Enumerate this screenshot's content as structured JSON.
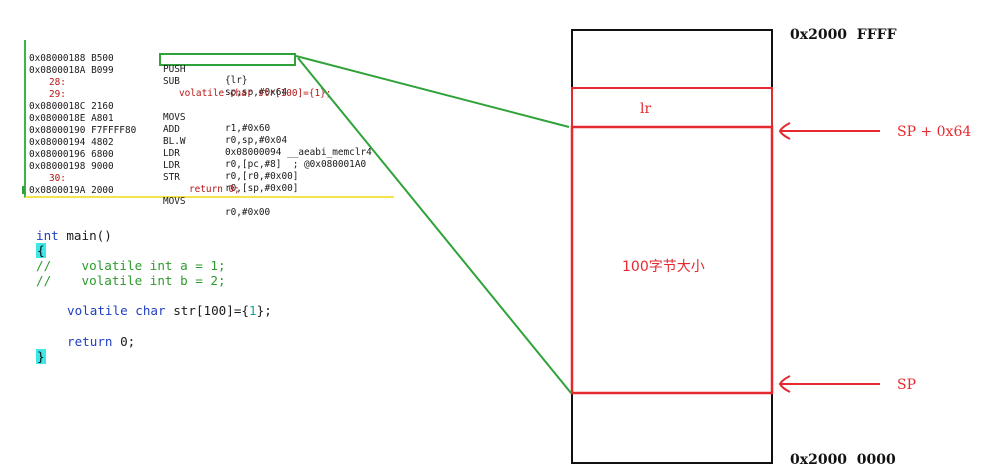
{
  "disassembly": [
    {
      "kind": "asm",
      "addr": "0x08000188 B500",
      "op": "PUSH",
      "args": "{lr}"
    },
    {
      "kind": "asm",
      "addr": "0x0800018A B099",
      "op": "SUB",
      "args": "sp,sp,#0x64"
    },
    {
      "kind": "src",
      "line": "28:",
      "stmt": "volatile char str[100]={1};"
    },
    {
      "kind": "src",
      "line": "29:",
      "stmt": ""
    },
    {
      "kind": "asm",
      "addr": "0x0800018C 2160",
      "op": "MOVS",
      "args": "r1,#0x60"
    },
    {
      "kind": "asm",
      "addr": "0x0800018E A801",
      "op": "ADD",
      "args": "r0,sp,#0x04"
    },
    {
      "kind": "asm",
      "addr": "0x08000190 F7FFFF80",
      "op": "BL.W",
      "args": "0x08000094 __aeabi_memclr4"
    },
    {
      "kind": "asm",
      "addr": "0x08000194 4802",
      "op": "LDR",
      "args": "r0,[pc,#8]  ; @0x080001A0"
    },
    {
      "kind": "asm",
      "addr": "0x08000196 6800",
      "op": "LDR",
      "args": "r0,[r0,#0x00]"
    },
    {
      "kind": "asm",
      "addr": "0x08000198 9000",
      "op": "STR",
      "args": "r0,[sp,#0x00]"
    },
    {
      "kind": "src",
      "line": "30:",
      "stmt": "return 0;"
    },
    {
      "kind": "asm",
      "addr": "0x0800019A 2000",
      "op": "MOVS",
      "args": "r0,#0x00"
    }
  ],
  "source": {
    "line1_kw": "int",
    "line1_rest": " main()",
    "open_brace": "{",
    "line3_slashes": "//",
    "line3_code": "    volatile int a = 1;",
    "line4_slashes": "//",
    "line4_code": "    volatile int b = 2;",
    "line5_kw1": "volatile",
    "line5_kw2": "char",
    "line5_name": " str[100]={",
    "line5_num": "1",
    "line5_end": "};",
    "line6_kw": "return",
    "line6_rest": " 0;",
    "close_brace": "}"
  },
  "stack": {
    "top_address": "0x2000  FFFF",
    "bottom_address": "0x2000  0000",
    "lr_label": "lr",
    "buffer_label": "100字节大小",
    "sp_plus_label": "SP + 0x64",
    "sp_label": "SP"
  },
  "colors": {
    "red": "#e5292f",
    "green": "#2fa23a",
    "black": "#111111"
  }
}
